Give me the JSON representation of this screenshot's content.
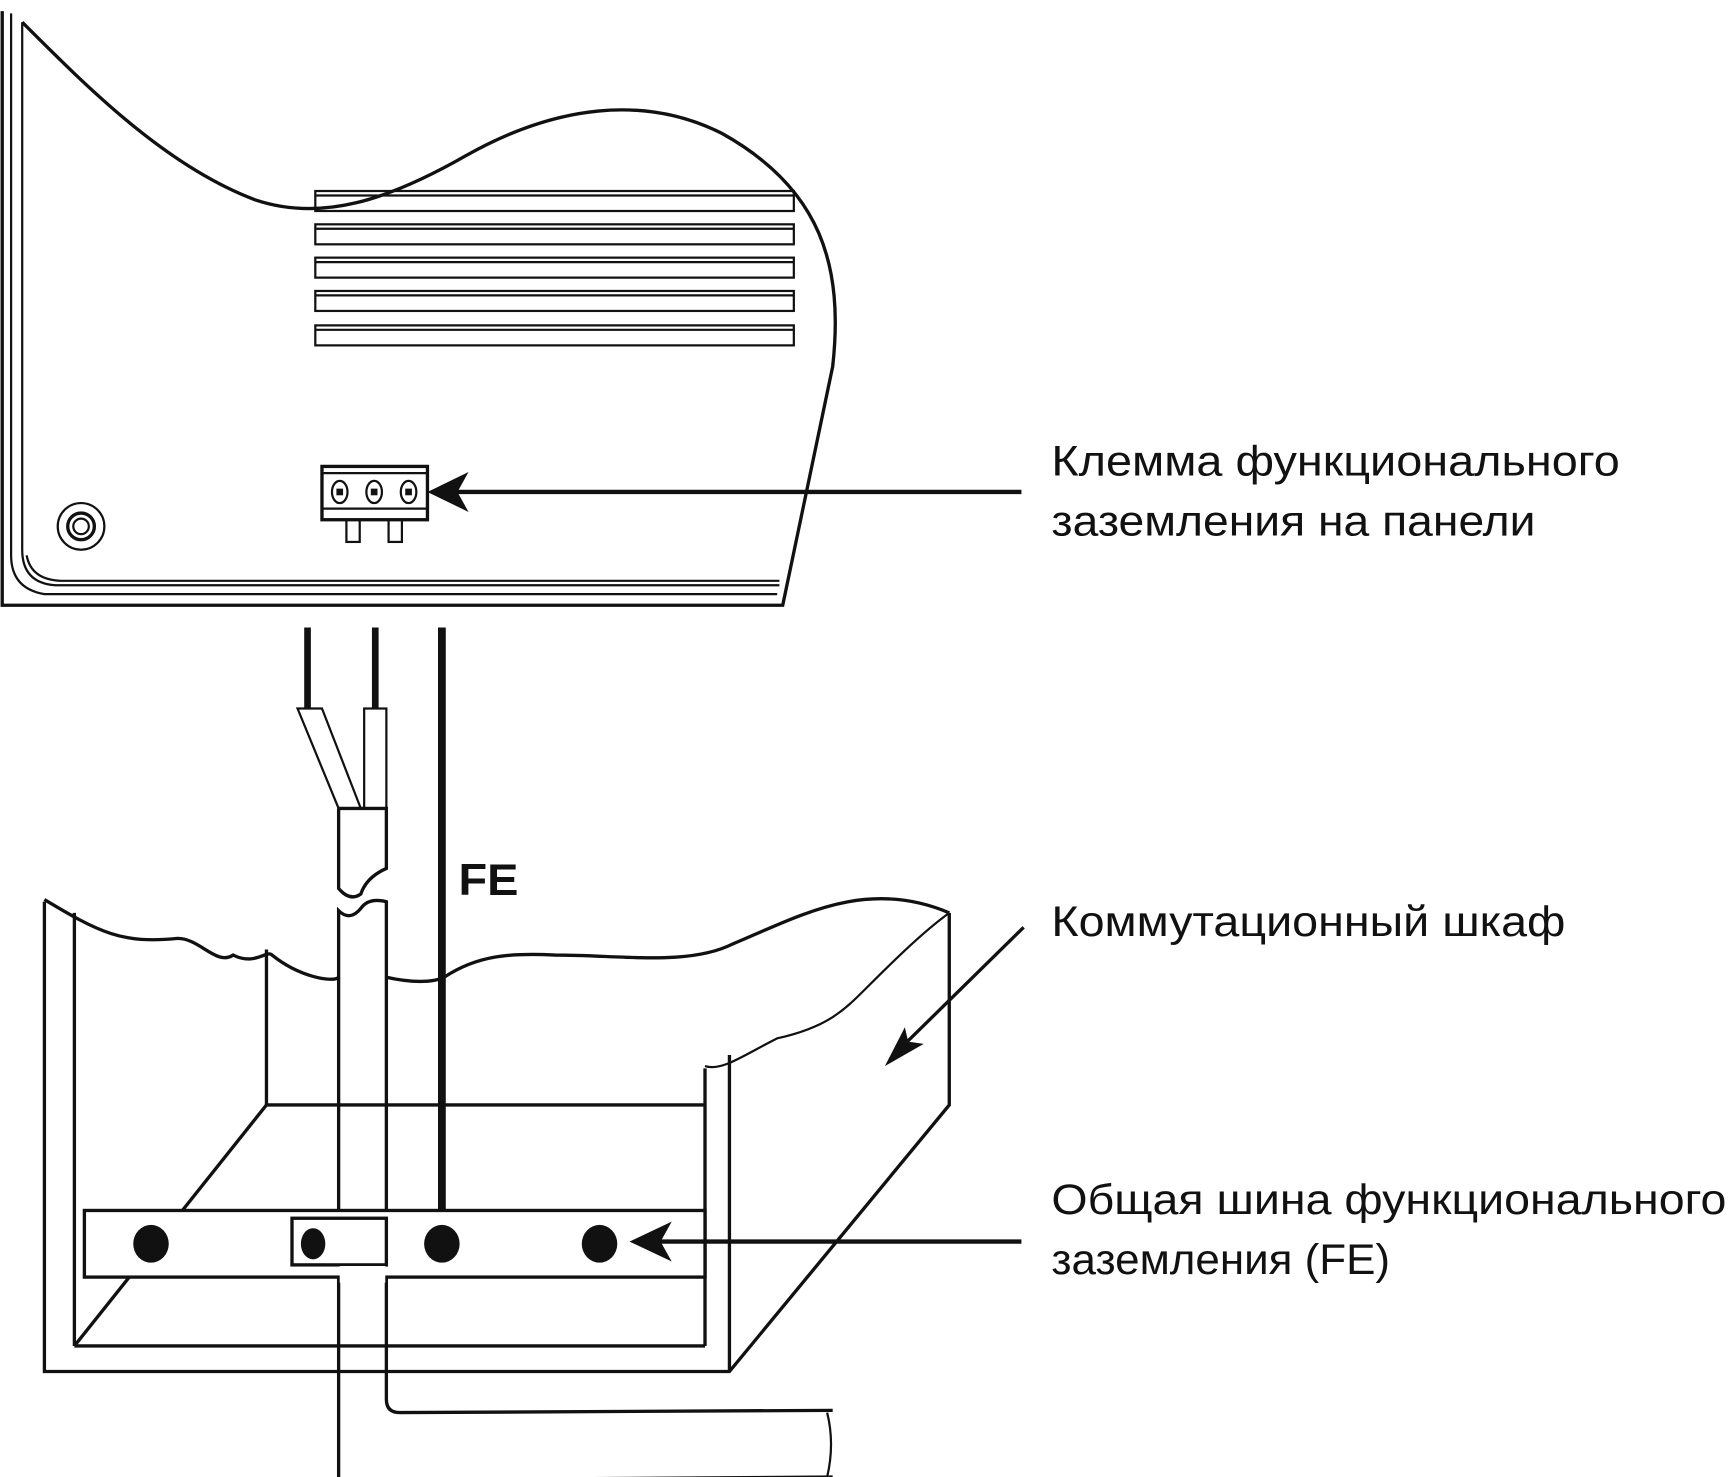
{
  "labels": {
    "panel_terminal_line1": "Клемма функционального",
    "panel_terminal_line2": "заземления на панели",
    "cabinet": "Коммутационный шкаф",
    "busbar_line1": "Общая шина функционального",
    "busbar_line2": "заземления (FE)",
    "fe_wire": "FE"
  }
}
